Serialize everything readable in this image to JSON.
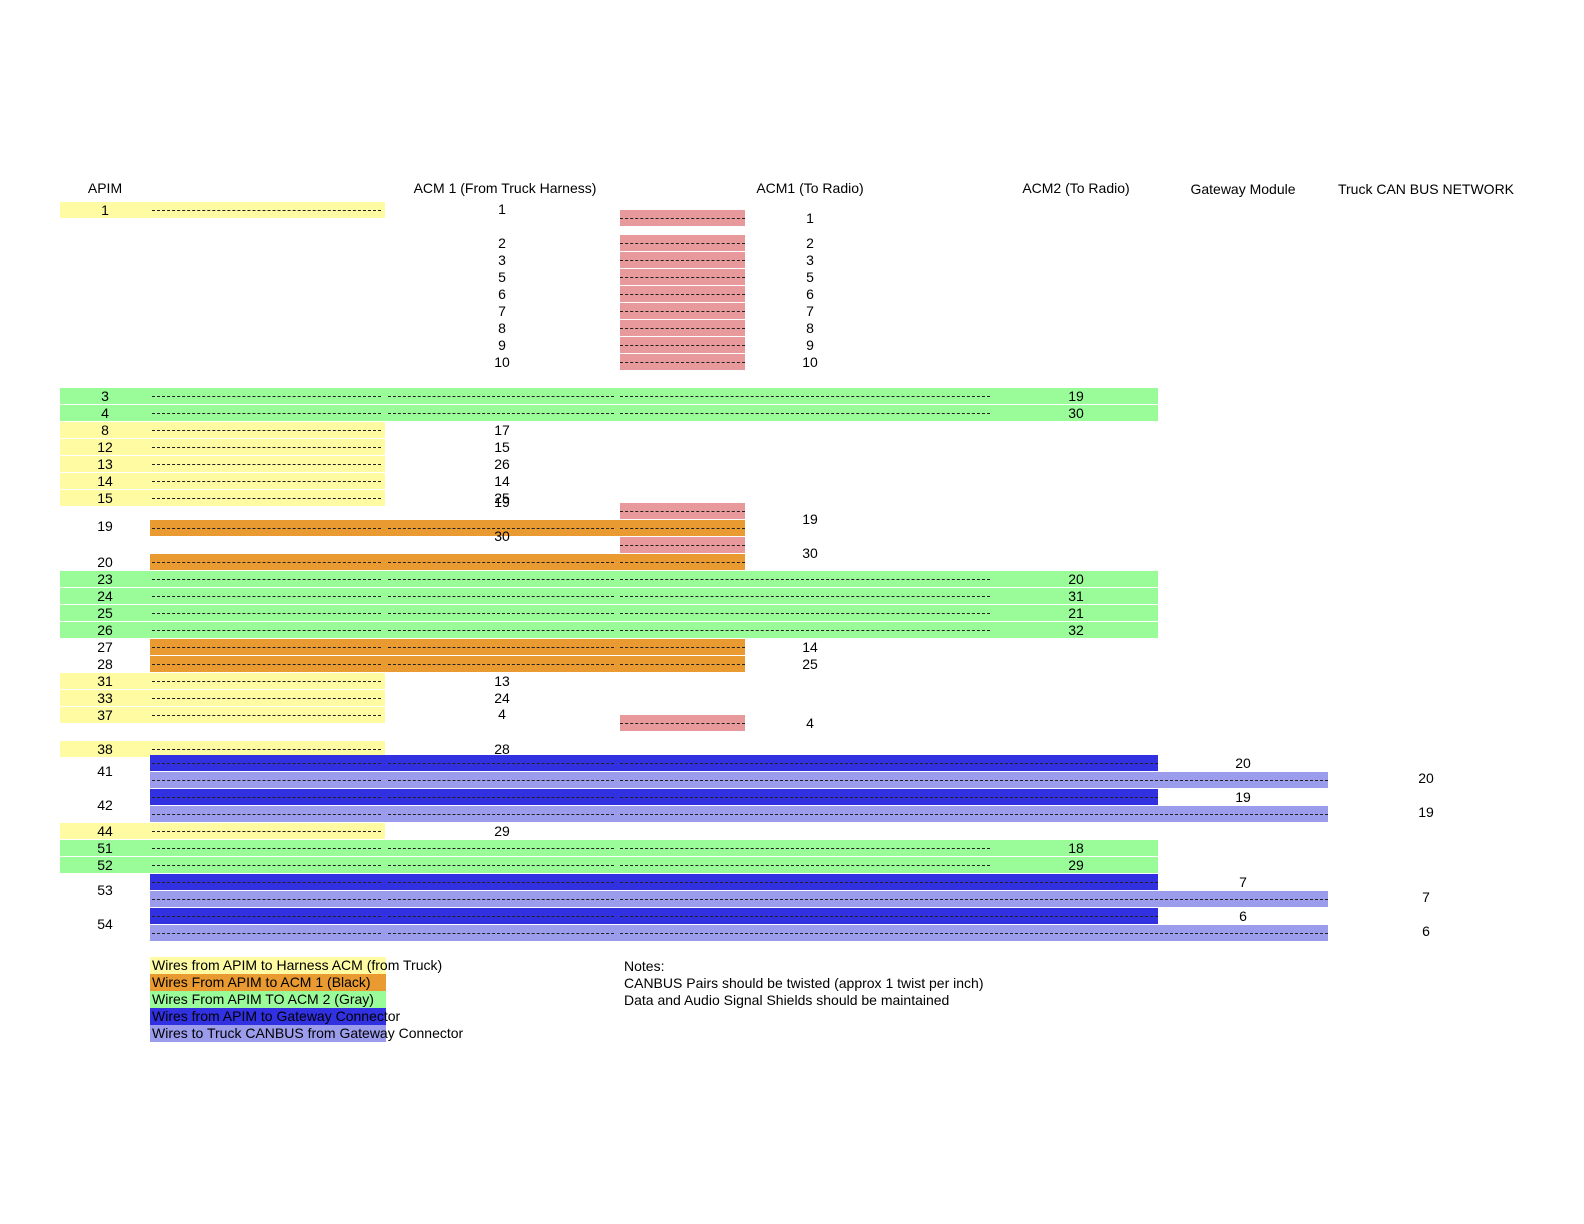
{
  "headers": {
    "apim": "APIM",
    "acm1_harness": "ACM  1 (From Truck Harness)",
    "acm1_radio": "ACM1 (To Radio)",
    "acm2_radio": "ACM2 (To Radio)",
    "gateway": "Gateway Module",
    "truck_can": "Truck CAN BUS NETWORK"
  },
  "colors": {
    "yellow": "#fefba3",
    "pink": "#e8999b",
    "green": "#99fc99",
    "orange": "#e99a30",
    "blue": "#3131e2",
    "lightblue": "#9c9ced"
  },
  "wires": [
    {
      "type": "yellow",
      "apim": "1",
      "acm1_harness": ""
    },
    {
      "type": "pink",
      "acm1_harness": "1",
      "acm1_radio": "1"
    },
    {
      "type": "pink",
      "acm1_harness": "2",
      "acm1_radio": "2"
    },
    {
      "type": "pink",
      "acm1_harness": "3",
      "acm1_radio": "3"
    },
    {
      "type": "pink",
      "acm1_harness": "5",
      "acm1_radio": "5"
    },
    {
      "type": "pink",
      "acm1_harness": "6",
      "acm1_radio": "6"
    },
    {
      "type": "pink",
      "acm1_harness": "7",
      "acm1_radio": "7"
    },
    {
      "type": "pink",
      "acm1_harness": "8",
      "acm1_radio": "8"
    },
    {
      "type": "pink",
      "acm1_harness": "9",
      "acm1_radio": "9"
    },
    {
      "type": "pink",
      "acm1_harness": "10",
      "acm1_radio": "10"
    },
    {
      "type": "green",
      "apim": "3",
      "acm2_radio": "19"
    },
    {
      "type": "green",
      "apim": "4",
      "acm2_radio": "30"
    },
    {
      "type": "yellow",
      "apim": "8",
      "acm1_harness": "17"
    },
    {
      "type": "yellow",
      "apim": "12",
      "acm1_harness": "15"
    },
    {
      "type": "yellow",
      "apim": "13",
      "acm1_harness": "26"
    },
    {
      "type": "yellow",
      "apim": "14",
      "acm1_harness": "14"
    },
    {
      "type": "yellow",
      "apim": "15",
      "acm1_harness": "25"
    },
    {
      "type": "pink",
      "acm1_harness": "19",
      "acm1_radio": ""
    },
    {
      "type": "orange",
      "apim": "19",
      "acm1_radio": "19"
    },
    {
      "type": "pink",
      "acm1_harness": "30",
      "acm1_radio": ""
    },
    {
      "type": "orange",
      "apim": "20",
      "acm1_radio": "30"
    },
    {
      "type": "green",
      "apim": "23",
      "acm2_radio": "20"
    },
    {
      "type": "green",
      "apim": "24",
      "acm2_radio": "31"
    },
    {
      "type": "green",
      "apim": "25",
      "acm2_radio": "21"
    },
    {
      "type": "green",
      "apim": "26",
      "acm2_radio": "32"
    },
    {
      "type": "orange",
      "apim": "27",
      "acm1_radio": "14"
    },
    {
      "type": "orange",
      "apim": "28",
      "acm1_radio": "25"
    },
    {
      "type": "yellow",
      "apim": "31",
      "acm1_harness": "13"
    },
    {
      "type": "yellow",
      "apim": "33",
      "acm1_harness": "24"
    },
    {
      "type": "yellow",
      "apim": "37",
      "acm1_harness": ""
    },
    {
      "type": "pink",
      "acm1_harness": "4",
      "acm1_radio": "4"
    },
    {
      "type": "yellow",
      "apim": "38",
      "acm1_harness": "28"
    },
    {
      "type": "blue",
      "apim": "41",
      "gateway": "20"
    },
    {
      "type": "lightblue",
      "apim": "",
      "truck_can": "20"
    },
    {
      "type": "blue",
      "apim": "42",
      "gateway": "19"
    },
    {
      "type": "lightblue",
      "apim": "",
      "truck_can": "19"
    },
    {
      "type": "yellow",
      "apim": "44",
      "acm1_harness": "29"
    },
    {
      "type": "green",
      "apim": "51",
      "acm2_radio": "18"
    },
    {
      "type": "green",
      "apim": "52",
      "acm2_radio": "29"
    },
    {
      "type": "blue",
      "apim": "53",
      "gateway": "7"
    },
    {
      "type": "lightblue",
      "apim": "",
      "truck_can": "7"
    },
    {
      "type": "blue",
      "apim": "54",
      "gateway": "6"
    },
    {
      "type": "lightblue",
      "apim": "",
      "truck_can": "6"
    }
  ],
  "legend": [
    {
      "label": "Wires from APIM to Harness ACM (from Truck)",
      "color": "#fefba3"
    },
    {
      "label": "Wires From APIM to ACM 1 (Black)",
      "color": "#e99a30"
    },
    {
      "label": "Wires From APIM TO ACM 2 (Gray)",
      "color": "#99fc99"
    },
    {
      "label": "Wires from APIM to Gateway Connector",
      "color": "#3131e2"
    },
    {
      "label": "Wires to Truck CANBUS from Gateway Connector",
      "color": "#9c9ced"
    }
  ],
  "notes": {
    "title": "Notes:",
    "lines": [
      "CANBUS Pairs should be twisted (approx 1 twist per inch)",
      "Data and Audio Signal Shields should be maintained"
    ]
  }
}
